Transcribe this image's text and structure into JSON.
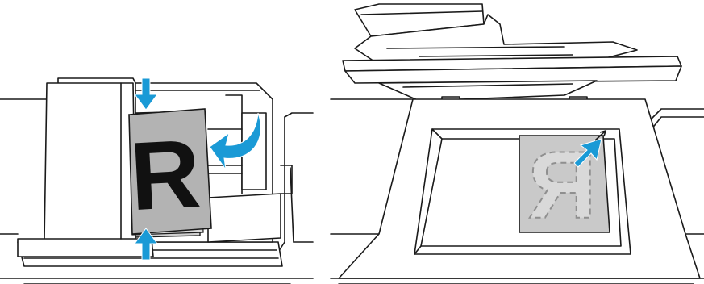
{
  "panels": [
    {
      "id": "document-feeder",
      "letter": "R",
      "colors": {
        "arrow": "#1a9ad6",
        "page": "#b3b3b3",
        "under_page": "#cfcfcf",
        "letter": "#111111"
      }
    },
    {
      "id": "platen-glass",
      "letter": "R",
      "letter_orientation": "mirrored",
      "colors": {
        "arrow": "#1a9ad6",
        "page": "#c9c9c9",
        "letter_outline": "#8f8f8f",
        "letter_fill": "#d9d9d9"
      }
    }
  ]
}
